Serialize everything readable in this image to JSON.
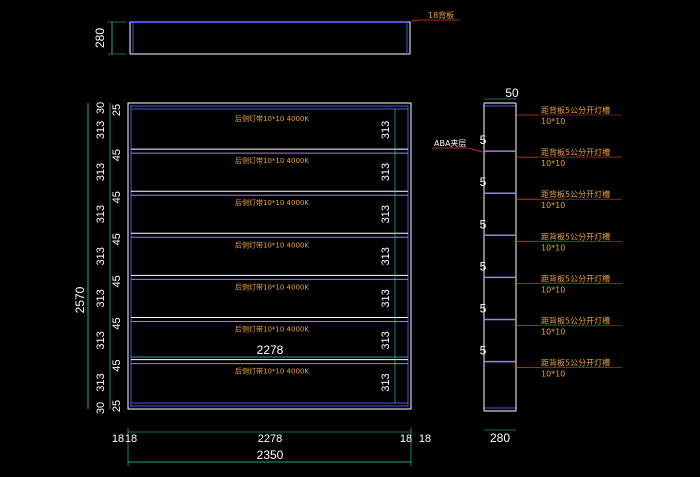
{
  "top_view": {
    "depth_label": "280",
    "back_panel_note": "18背板"
  },
  "front_view": {
    "total_height": "2570",
    "top_thickness": "30",
    "bottom_thickness": "30",
    "compartment_height": "313",
    "shelf_thickness": "45",
    "top_gap": "25",
    "bottom_gap": "25",
    "light_note": "后侧灯带10*10 4000K",
    "compartments": 7,
    "inner_width_mid": "2278",
    "bottom_left_side": "18",
    "bottom_left_side2": "18",
    "bottom_inner_width": "2278",
    "bottom_right_side": "18",
    "bottom_right_side2": "18",
    "overall_width": "2350"
  },
  "side_view": {
    "top_label": "50",
    "shelf_label": "5",
    "aba_note": "ABA夹层",
    "groove_note": "距背板5公分开灯槽",
    "groove_size": "10*10",
    "depth_label": "280"
  },
  "colors": {
    "background": "#000000",
    "lines_white": "#ffffff",
    "panel_blue": "#4a55d8",
    "dim_cyan": "#2fd6c8",
    "annotation_orange": "#e8a33a",
    "leader_red": "#d83a3a",
    "shelf_purple": "#9a86d6"
  }
}
